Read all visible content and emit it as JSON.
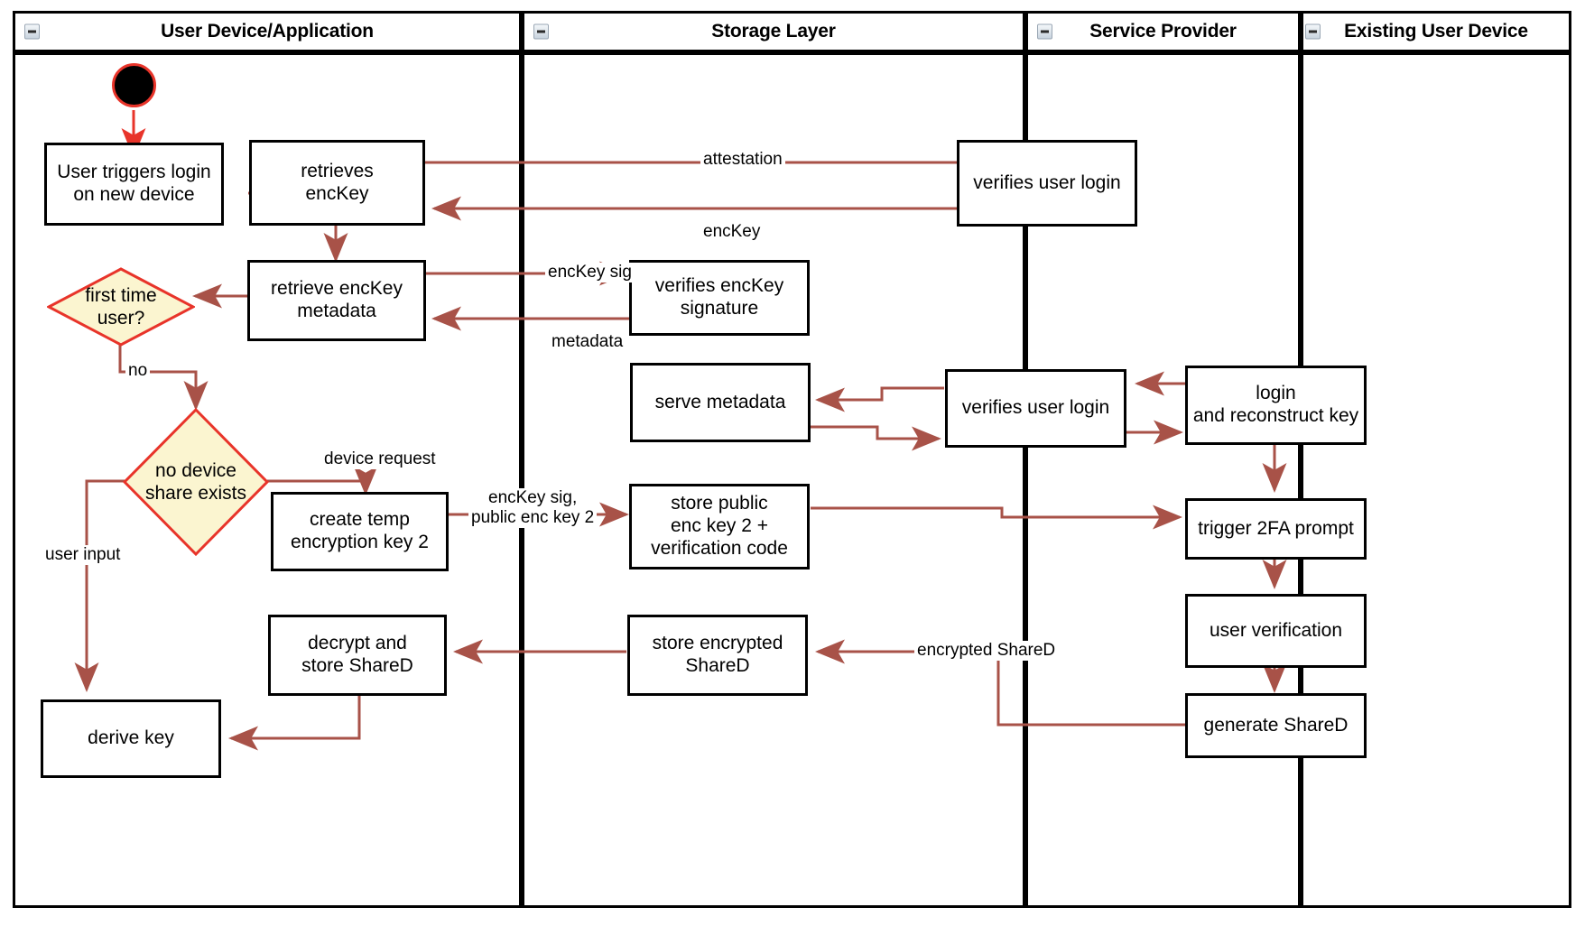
{
  "diagram": {
    "type": "uml-activity-swimlane",
    "colors": {
      "edge": "#A85248",
      "decision_fill": "#FBF5D0",
      "decision_stroke": "#E8342A",
      "node_stroke": "#000000",
      "start_node_fill": "#000000",
      "start_node_stroke": "#E8342A",
      "lane_stroke": "#000000",
      "background": "#FFFFFF"
    },
    "lanes": [
      {
        "id": "lane-user-device",
        "title": "User Device/Application",
        "collapse_icon": "collapse-minus-icon"
      },
      {
        "id": "lane-storage",
        "title": "Storage Layer",
        "collapse_icon": "collapse-minus-icon"
      },
      {
        "id": "lane-service",
        "title": "Service Provider",
        "collapse_icon": "collapse-minus-icon"
      },
      {
        "id": "lane-existing-device",
        "title": "Existing User Device",
        "collapse_icon": "collapse-minus-icon"
      }
    ],
    "start_node": {
      "name": "start-node"
    },
    "nodes": [
      {
        "id": "n-user-triggers-login",
        "lane": "lane-user-device",
        "label": "User triggers login\non new device"
      },
      {
        "id": "n-retrieves-enckey",
        "lane": "lane-user-device",
        "label": "retrieves\nencKey"
      },
      {
        "id": "n-retrieve-metadata",
        "lane": "lane-user-device",
        "label": "retrieve encKey\nmetadata"
      },
      {
        "id": "n-create-temp-key",
        "lane": "lane-user-device",
        "label": "create temp\nencryption key 2"
      },
      {
        "id": "n-decrypt-store-shared",
        "lane": "lane-user-device",
        "label": "decrypt and\nstore ShareD"
      },
      {
        "id": "n-derive-key",
        "lane": "lane-user-device",
        "label": "derive key"
      },
      {
        "id": "n-verifies-enckey-sig",
        "lane": "lane-storage",
        "label": "verifies encKey\nsignature"
      },
      {
        "id": "n-serve-metadata",
        "lane": "lane-storage",
        "label": "serve metadata"
      },
      {
        "id": "n-store-public-key",
        "lane": "lane-storage",
        "label": "store public\nenc key 2 +\nverification code"
      },
      {
        "id": "n-store-encrypted-shared",
        "lane": "lane-storage",
        "label": "store encrypted\nShareD"
      },
      {
        "id": "n-verifies-login-top",
        "lane": "lane-service",
        "label": "verifies user login"
      },
      {
        "id": "n-verifies-login-mid",
        "lane": "lane-service",
        "label": "verifies user login"
      },
      {
        "id": "n-login-reconstruct",
        "lane": "lane-existing-device",
        "label": "login\nand reconstruct key"
      },
      {
        "id": "n-trigger-2fa",
        "lane": "lane-existing-device",
        "label": "trigger 2FA prompt"
      },
      {
        "id": "n-user-verification",
        "lane": "lane-existing-device",
        "label": "user verification"
      },
      {
        "id": "n-generate-shared",
        "lane": "lane-existing-device",
        "label": "generate ShareD"
      }
    ],
    "decisions": [
      {
        "id": "d-first-time-user",
        "lane": "lane-user-device",
        "label": "first time\nuser?"
      },
      {
        "id": "d-no-device-share",
        "lane": "lane-user-device",
        "label": "no device\nshare exists"
      }
    ],
    "edge_labels": [
      {
        "id": "el-attestation",
        "text": "attestation"
      },
      {
        "id": "el-enckey",
        "text": "encKey"
      },
      {
        "id": "el-enckey-sig",
        "text": "encKey sig"
      },
      {
        "id": "el-metadata",
        "text": "metadata"
      },
      {
        "id": "el-no",
        "text": "no"
      },
      {
        "id": "el-device-request",
        "text": "device request"
      },
      {
        "id": "el-user-input",
        "text": "user input"
      },
      {
        "id": "el-enckey-sig-pub",
        "text": "encKey sig,\npublic enc key 2"
      },
      {
        "id": "el-encrypted-shared",
        "text": "encrypted ShareD"
      }
    ]
  }
}
